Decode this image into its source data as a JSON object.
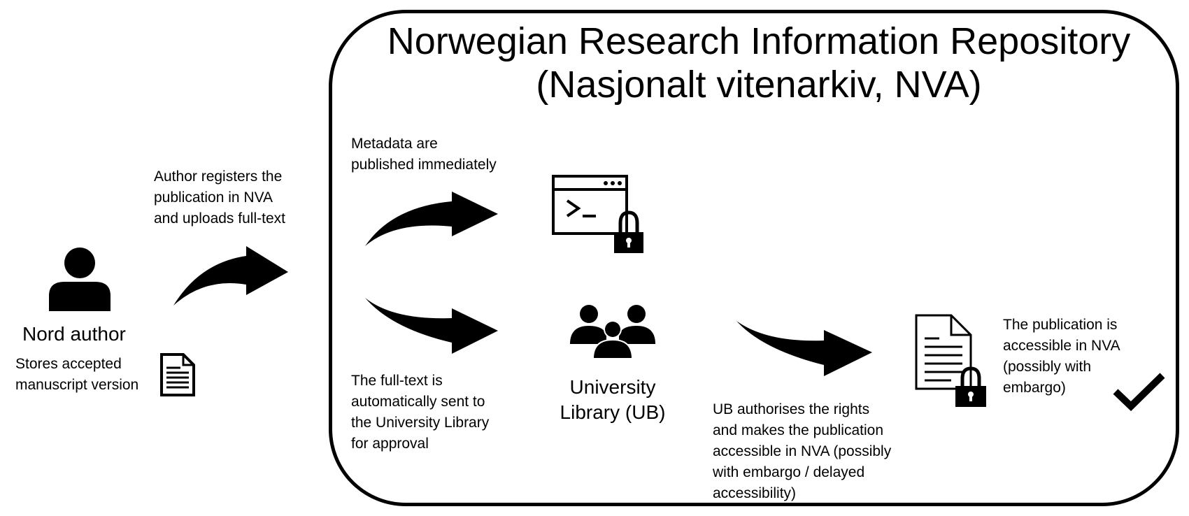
{
  "repository": {
    "title_line1": "Norwegian Research Information Repository",
    "title_line2": "(Nasjonalt vitenarkiv, NVA)"
  },
  "author": {
    "name": "Nord author",
    "stores_line1": "Stores accepted",
    "stores_line2": "manuscript version"
  },
  "steps": {
    "register": [
      "Author registers the",
      "publication in NVA",
      "and uploads full-text"
    ],
    "metadata": [
      "Metadata are",
      "published immediately"
    ],
    "fulltext": [
      "The full-text is",
      "automatically sent to",
      "the University Library",
      "for approval"
    ],
    "library_line1": "University",
    "library_line2": "Library (UB)",
    "authorise": [
      "UB authorises the rights",
      "and makes the publication",
      "accessible in NVA (possibly",
      "with embargo / delayed",
      "accessibility)"
    ],
    "accessible": [
      "The publication is",
      "accessible in NVA",
      "(possibly with",
      "embargo)"
    ]
  },
  "icons": [
    "person-icon",
    "document-icon",
    "terminal-window-icon",
    "padlock-icon",
    "user-group-icon",
    "page-document-icon",
    "checkmark-icon",
    "curved-arrow-icon"
  ]
}
